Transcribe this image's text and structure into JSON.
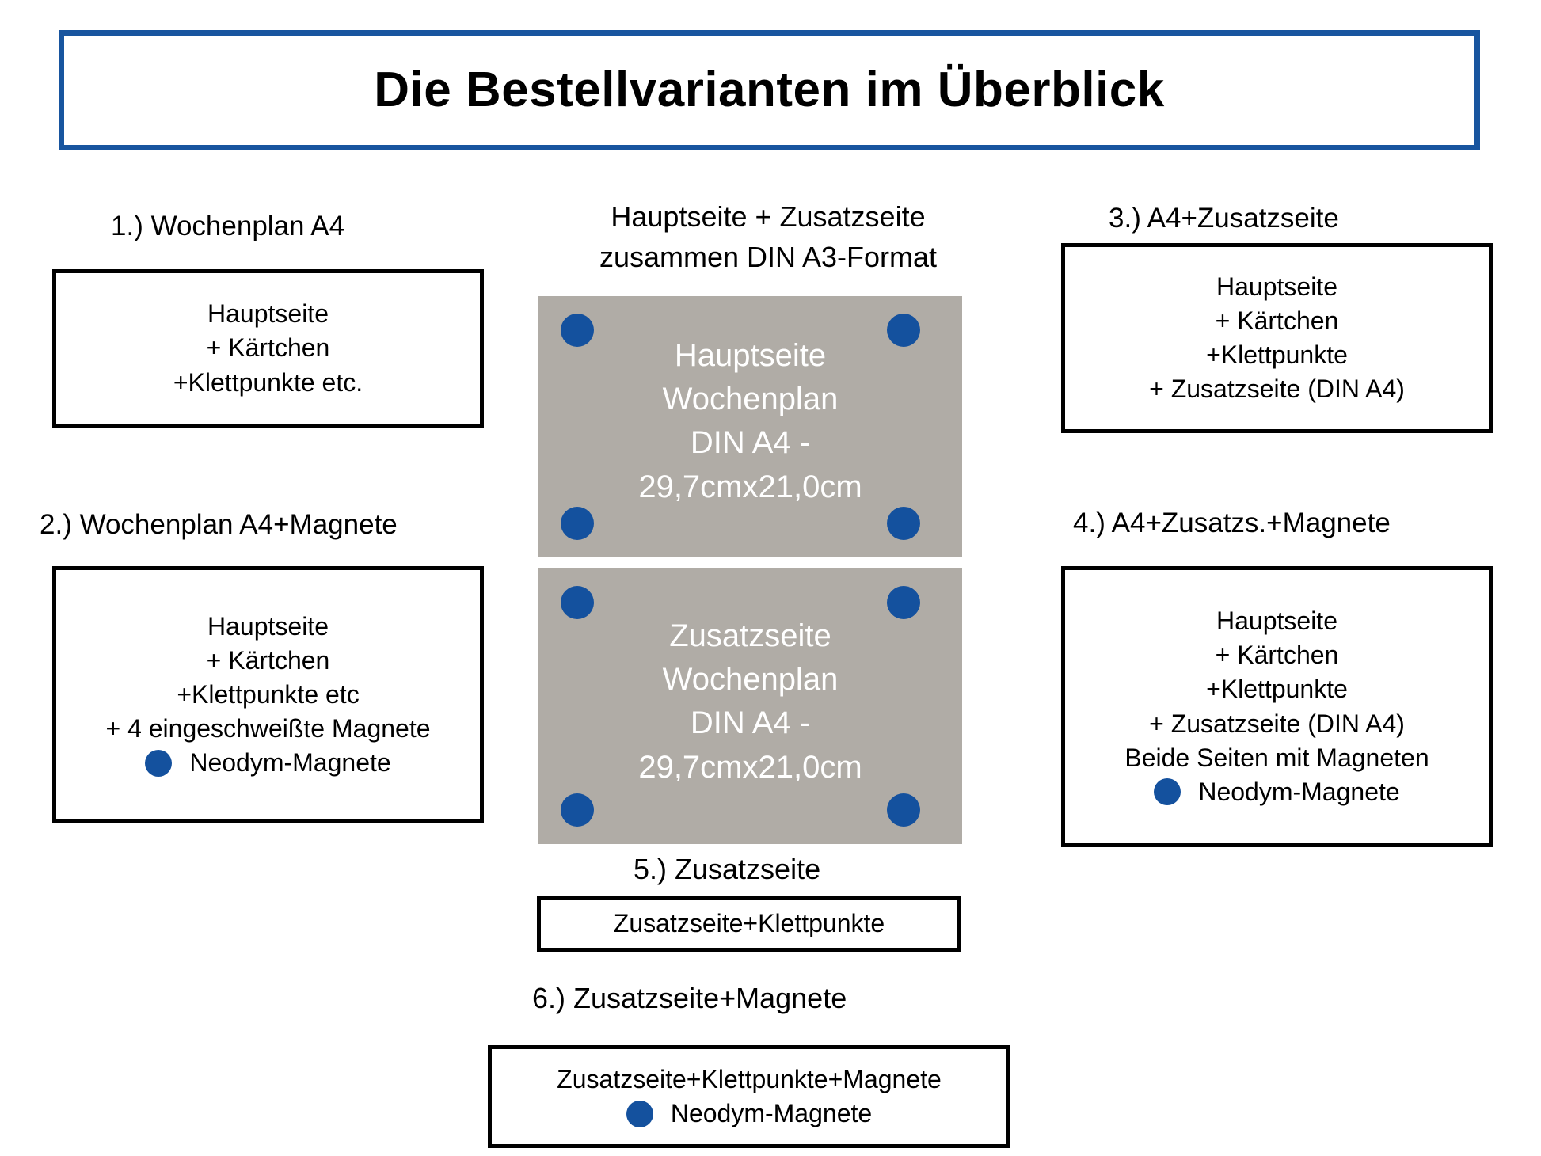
{
  "title": {
    "text": "Die Bestellvarianten im Überblick",
    "border_color": "#18559f"
  },
  "colors": {
    "accent_blue": "#14519e",
    "sheet_gray": "#b0aca6",
    "box_border": "#000000"
  },
  "center": {
    "caption_line1": "Hauptseite + Zusatzseite",
    "caption_line2": "zusammen DIN A3-Format",
    "sheets": [
      {
        "name": "main-sheet",
        "lines": [
          "Hauptseite",
          "Wochenplan",
          "DIN A4 -",
          "29,7cmx21,0cm"
        ]
      },
      {
        "name": "extra-sheet",
        "lines": [
          "Zusatzseite",
          "Wochenplan",
          "DIN A4 -",
          "29,7cmx21,0cm"
        ]
      }
    ]
  },
  "variants": [
    {
      "id": "variant-1",
      "heading": "1.) Wochenplan A4",
      "lines": [
        "Hauptseite",
        "+ Kärtchen",
        "+Klettpunkte etc."
      ],
      "magnet_legend": null
    },
    {
      "id": "variant-2",
      "heading": "2.) Wochenplan A4+Magnete",
      "lines": [
        "Hauptseite",
        "+ Kärtchen",
        "+Klettpunkte etc",
        "+ 4 eingeschweißte Magnete"
      ],
      "magnet_legend": "Neodym-Magnete"
    },
    {
      "id": "variant-3",
      "heading": "3.)  A4+Zusatzseite",
      "lines": [
        "Hauptseite",
        "+ Kärtchen",
        "+Klettpunkte",
        "+ Zusatzseite (DIN A4)"
      ],
      "magnet_legend": null
    },
    {
      "id": "variant-4",
      "heading": "4.) A4+Zusatzs.+Magnete",
      "lines": [
        "Hauptseite",
        "+ Kärtchen",
        "+Klettpunkte",
        "+ Zusatzseite (DIN A4)",
        "Beide Seiten mit Magneten"
      ],
      "magnet_legend": "Neodym-Magnete"
    },
    {
      "id": "variant-5",
      "heading": "5.) Zusatzseite",
      "lines": [
        "Zusatzseite+Klettpunkte"
      ],
      "magnet_legend": null
    },
    {
      "id": "variant-6",
      "heading": "6.) Zusatzseite+Magnete",
      "lines": [
        "Zusatzseite+Klettpunkte+Magnete"
      ],
      "magnet_legend": "Neodym-Magnete"
    }
  ]
}
